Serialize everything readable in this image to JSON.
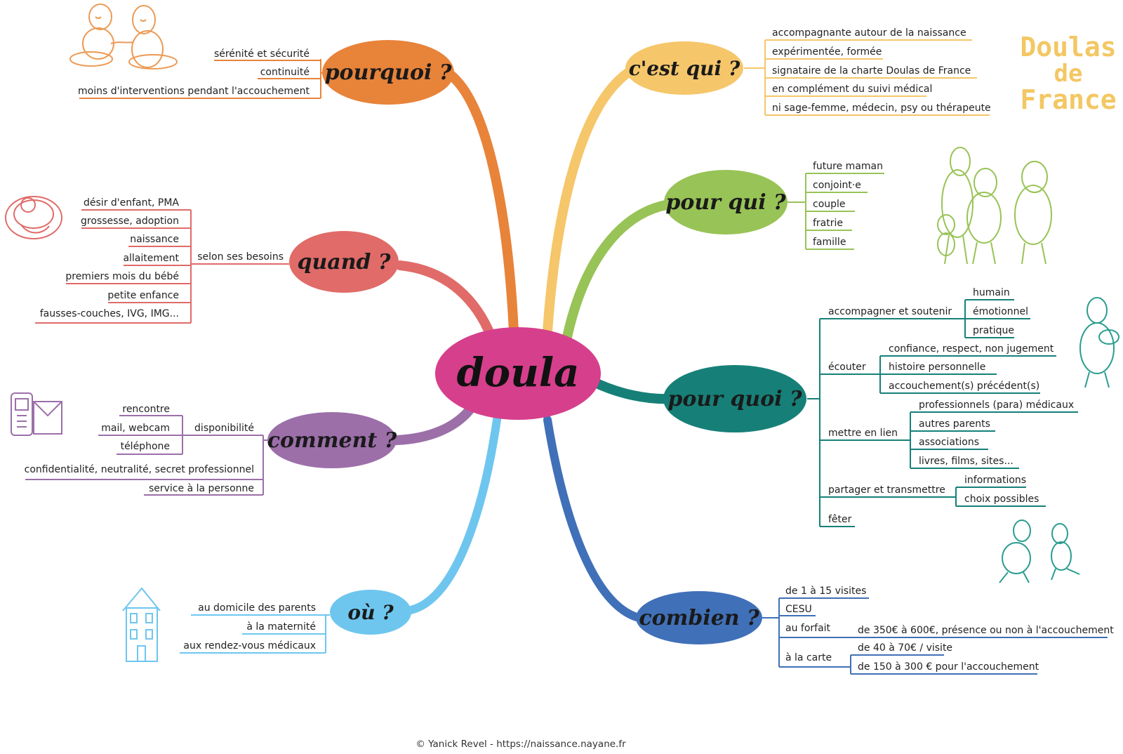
{
  "colors": {
    "pourquoi": "#e8833a",
    "quand": "#e06b68",
    "comment": "#9c6fa9",
    "ou": "#6ec6ef",
    "cestqui": "#f5c66a",
    "pourqui": "#98c356",
    "pourquoi2": "#168078",
    "combien": "#4070b8",
    "center": "#d63f8c",
    "logo": "#f3c763"
  },
  "center": {
    "label": "doula"
  },
  "logo": {
    "line1": "Doulas",
    "line2": "de",
    "line3": "France"
  },
  "footer": {
    "text": "© Yanick Revel - https://naissance.nayane.fr"
  },
  "branches": {
    "pourquoi": {
      "label": "pourquoi ?",
      "items": [
        "sérénité et sécurité",
        "continuité",
        "moins d'interventions pendant l'accouchement"
      ]
    },
    "quand": {
      "label": "quand ?",
      "group_label": "selon ses besoins",
      "items": [
        "désir d'enfant, PMA",
        "grossesse, adoption",
        "naissance",
        "allaitement",
        "premiers mois du bébé",
        "petite enfance",
        "fausses-couches, IVG, IMG..."
      ]
    },
    "comment": {
      "label": "comment ?",
      "group_label": "disponibilité",
      "group_items": [
        "rencontre",
        "mail, webcam",
        "téléphone"
      ],
      "items": [
        "confidentialité, neutralité, secret professionnel",
        "service à la personne"
      ]
    },
    "ou": {
      "label": "où ?",
      "items": [
        "au domicile des parents",
        "à la maternité",
        "aux rendez-vous médicaux"
      ]
    },
    "cestqui": {
      "label": "c'est qui ?",
      "items": [
        "accompagnante autour de la naissance",
        "expérimentée, formée",
        "signataire de la charte Doulas de France",
        "en complément du suivi médical",
        "ni sage-femme, médecin, psy ou thérapeute"
      ]
    },
    "pourqui": {
      "label": "pour qui ?",
      "items": [
        "future maman",
        "conjoint·e",
        "couple",
        "fratrie",
        "famille"
      ]
    },
    "pourquoi2": {
      "label": "pour quoi ?",
      "groups": [
        {
          "label": "accompagner et soutenir",
          "items": [
            "humain",
            "émotionnel",
            "pratique"
          ]
        },
        {
          "label": "écouter",
          "items": [
            "confiance, respect, non jugement",
            "histoire personnelle",
            "accouchement(s) précédent(s)"
          ]
        },
        {
          "label": "mettre en lien",
          "items": [
            "professionnels (para) médicaux",
            "autres parents",
            "associations",
            "livres, films, sites..."
          ]
        },
        {
          "label": "partager et transmettre",
          "items": [
            "informations",
            "choix possibles"
          ]
        },
        {
          "label": "fêter",
          "items": []
        }
      ]
    },
    "combien": {
      "label": "combien ?",
      "groups": [
        {
          "label": "de 1 à 15 visites",
          "items": []
        },
        {
          "label": "CESU",
          "items": []
        },
        {
          "label": "au forfait",
          "items": [
            "de 350€ à 600€, présence ou non à l'accouchement"
          ]
        },
        {
          "label": "à la carte",
          "items": [
            "de 40 à 70€ / visite",
            "de 150 à 300 € pour l'accouchement"
          ]
        }
      ]
    }
  }
}
